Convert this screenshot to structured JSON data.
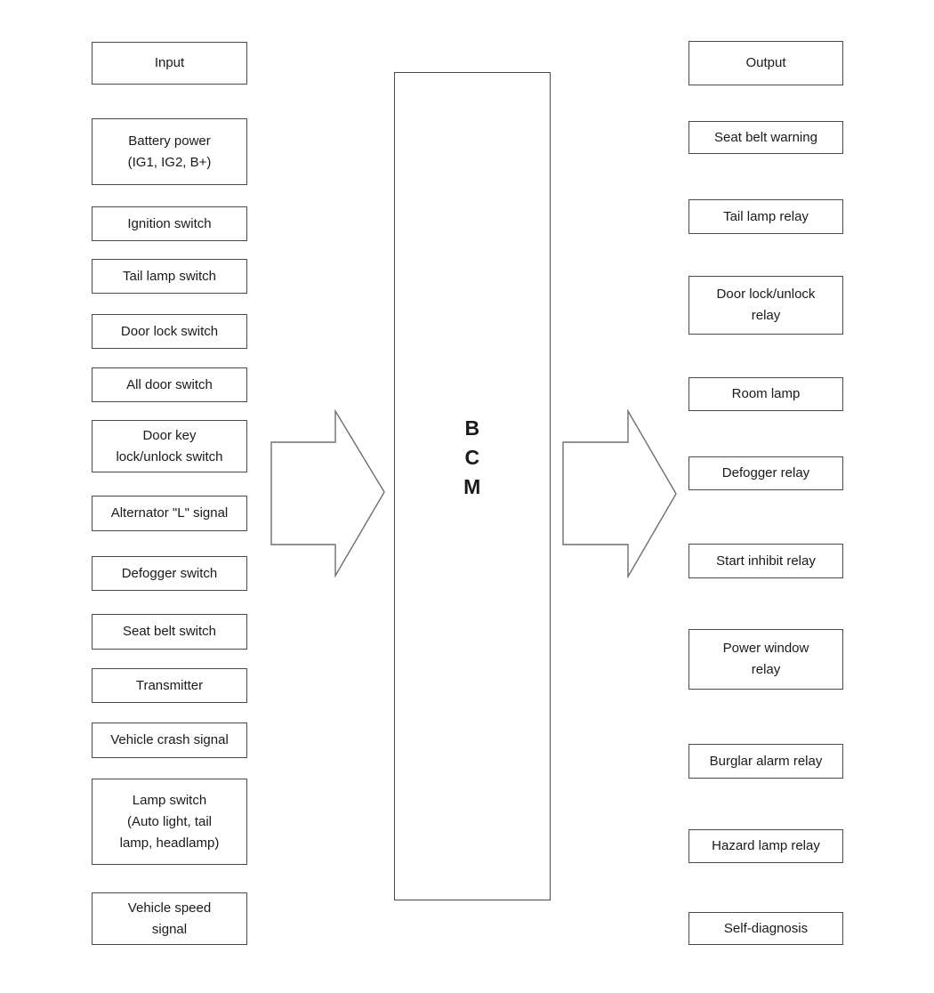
{
  "colors": {
    "box_border": "#4a4a4a",
    "arrow_outline": "#6e6e6e",
    "text": "#1a1a1a",
    "background": "#ffffff"
  },
  "center_module": {
    "label": "B\nC\nM"
  },
  "input_column": {
    "header": "Input",
    "items": [
      "Battery power\n(IG1, IG2, B+)",
      "Ignition switch",
      "Tail lamp switch",
      "Door lock switch",
      "All door switch",
      "Door key\nlock/unlock switch",
      "Alternator \"L\" signal",
      "Defogger switch",
      "Seat belt switch",
      "Transmitter",
      "Vehicle crash signal",
      "Lamp switch\n(Auto light, tail\nlamp, headlamp)",
      "Vehicle speed\nsignal"
    ]
  },
  "output_column": {
    "header": "Output",
    "items": [
      "Seat belt warning",
      "Tail lamp relay",
      "Door lock/unlock\nrelay",
      "Room lamp",
      "Defogger relay",
      "Start inhibit relay",
      "Power window\nrelay",
      "Burglar alarm relay",
      "Hazard lamp relay",
      "Self-diagnosis"
    ]
  },
  "icons": {
    "input_arrow": "block-arrow-right",
    "output_arrow": "block-arrow-right"
  }
}
